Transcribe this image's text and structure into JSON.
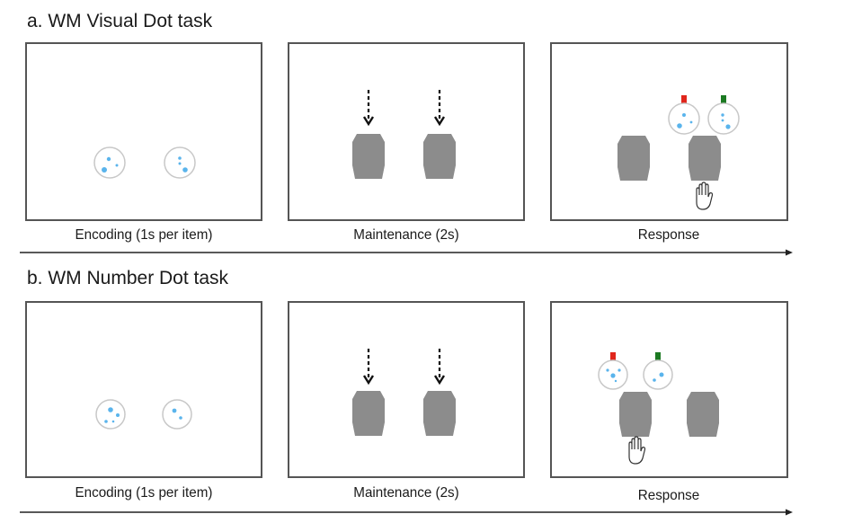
{
  "panels": [
    {
      "title": "a. WM Visual Dot task",
      "stages": [
        {
          "name": "encoding",
          "caption": "Encoding (1s per item)"
        },
        {
          "name": "maintenance",
          "caption": "Maintenance (2s)"
        },
        {
          "name": "response",
          "caption": "Response"
        }
      ]
    },
    {
      "title": "b.  WM Number Dot task",
      "stages": [
        {
          "name": "encoding",
          "caption": "Encoding (1s per item)"
        },
        {
          "name": "maintenance",
          "caption": "Maintenance (2s)"
        },
        {
          "name": "response",
          "caption": "Response"
        }
      ]
    }
  ],
  "colors": {
    "dot": "#5ab4ec",
    "cup": "#8c8c8c",
    "marker_left": "#e0261c",
    "marker_right": "#1c7a22",
    "frame": "#555555"
  },
  "icons": [
    "arrow-down-icon",
    "hand-icon",
    "timeline-arrow-icon"
  ]
}
